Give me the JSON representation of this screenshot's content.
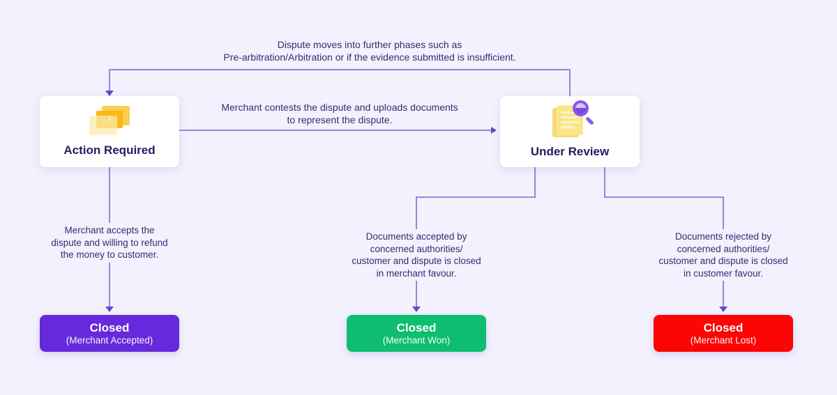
{
  "diagram": {
    "background_color": "#f2f1fd",
    "line_color": "#9b85d7",
    "arrow_color": "#6f43c9",
    "top_note": "Dispute moves into further phases such as\nPre-arbitration/Arbitration or if the evidence submitted is insufficient.",
    "nodes": {
      "action_required": {
        "label": "Action Required",
        "icon": "alert-pages-icon"
      },
      "under_review": {
        "label": "Under Review",
        "icon": "document-magnifier-icon"
      }
    },
    "edge_labels": {
      "contest": "Merchant contests the dispute and uploads documents\nto represent the dispute.",
      "merchant_accepts": "Merchant accepts the\ndispute and willing to refund\nthe money to customer.",
      "documents_accepted": "Documents accepted by\nconcerned authorities/\ncustomer and dispute is closed\nin merchant favour.",
      "documents_rejected": "Documents rejected by\nconcerned authorities/\ncustomer and dispute is closed\nin customer favour."
    },
    "alert_icon_glyph": "!",
    "outcomes": [
      {
        "title": "Closed",
        "subtitle": "(Merchant Accepted)",
        "color": "#6629db"
      },
      {
        "title": "Closed",
        "subtitle": "(Merchant Won)",
        "color": "#0ebd70"
      },
      {
        "title": "Closed",
        "subtitle": "(Merchant Lost)",
        "color": "#fb0505"
      }
    ]
  }
}
